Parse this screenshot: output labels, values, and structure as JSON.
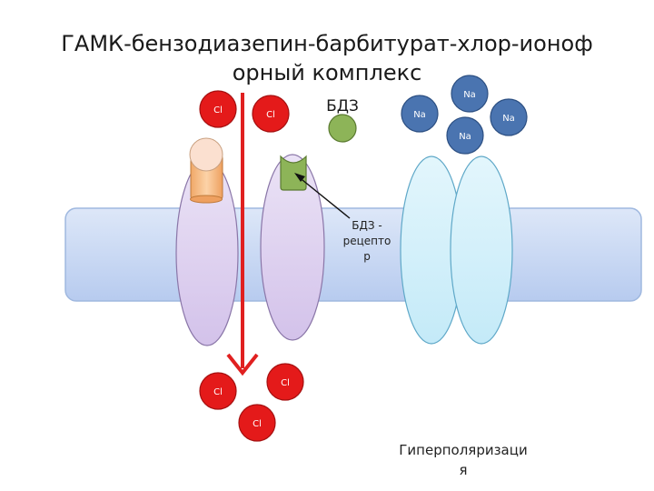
{
  "title": {
    "line1": "ГАМК-бензодиазепин-барбитурат-хлор-ионоф",
    "line2": "орный комплекс"
  },
  "ion_labels": {
    "cl": "Cl",
    "na": "Na"
  },
  "bdz_label": "БДЗ",
  "receptor_label": {
    "line1": "БДЗ -",
    "line2": "рецепто",
    "line3": "р"
  },
  "effect_label": {
    "line1": "Гиперполяризаци",
    "line2": "я"
  },
  "colors": {
    "cl_ion": "#e41a1a",
    "na_ion": "#4a74b0",
    "bdz": "#8db458",
    "membrane": "#c8d8f2",
    "gaba_channel": "#dccdee",
    "na_channel": "#cdeef9",
    "arrow": "#e02020"
  }
}
